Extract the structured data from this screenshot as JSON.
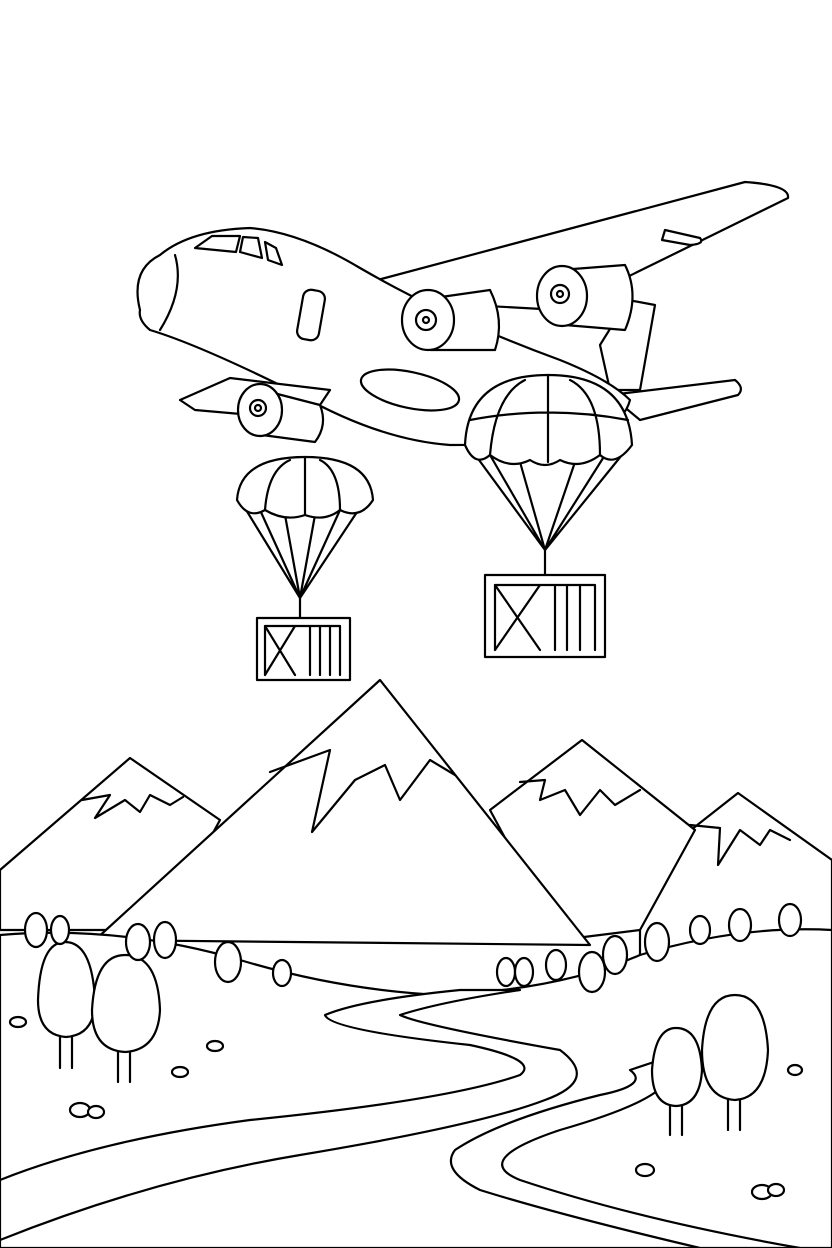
{
  "illustration": {
    "style": "line-art coloring page",
    "line_color": "#000000",
    "background_color": "#ffffff",
    "subjects": [
      "cargo-plane",
      "parachute-crate",
      "parachute-crate",
      "mountains",
      "river",
      "trees"
    ]
  }
}
